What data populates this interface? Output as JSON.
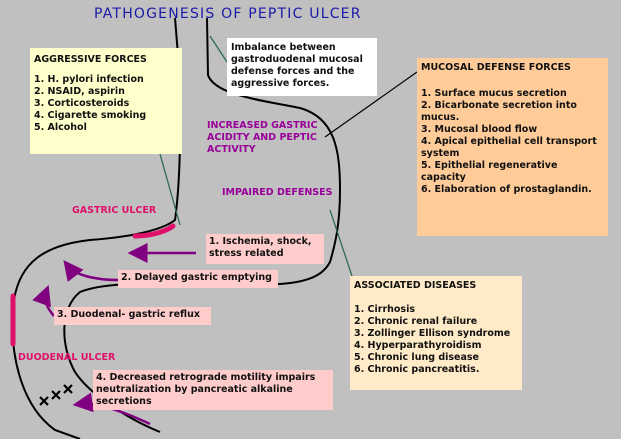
{
  "title": "PATHOGENESIS OF PEPTIC ULCER",
  "aggressive": {
    "heading": "AGGRESSIVE FORCES",
    "items": [
      "1. H. pylori infection",
      "2. NSAID, aspirin",
      "3. Corticosteroids",
      "4. Cigarette smoking",
      "5. Alcohol"
    ]
  },
  "imbalance": "Imbalance between gastroduodenal mucosal defense forces and the aggressive forces.",
  "defense": {
    "heading": "MUCOSAL DEFENSE FORCES",
    "items": [
      "1. Surface mucus secretion",
      "2. Bicarbonate secretion into mucus.",
      "3. Mucosal blood flow",
      "4. Apical epithelial cell transport system",
      "5. Epithelial regenerative capacity",
      "6. Elaboration of prostaglandin."
    ]
  },
  "acidity": "INCREASED GASTRIC ACIDITY AND PEPTIC ACTIVITY",
  "impaired": "IMPAIRED DEFENSES",
  "gastric_ulcer": "GASTRIC ULCER",
  "duodenal_ulcer": "DUODENAL ULCER",
  "mechanisms": [
    "1. Ischemia, shock, stress related",
    "2. Delayed gastric emptying",
    "3. Duodenal- gastric reflux",
    "4. Decreased retrograde motility impairs neutralization by pancreatic alkaline secretions"
  ],
  "associated": {
    "heading": "ASSOCIATED DISEASES",
    "items": [
      "1. Cirrhosis",
      "2. Chronic renal failure",
      "3. Zollinger Ellison syndrome",
      "4. Hyperparathyroidism",
      "5. Chronic lung disease",
      "6. Chronic pancreatitis."
    ]
  },
  "colors": {
    "background": "#c0c0c0",
    "title": "#1a1aa8",
    "ulcer": "#e0106a",
    "arrow": "#800080",
    "connector": "#2e6b4f",
    "aggressive_box": "#ffffcc",
    "defense_box": "#ffcc99",
    "associated_box": "#ffebc8",
    "mechanism_box": "#ffcccc"
  }
}
